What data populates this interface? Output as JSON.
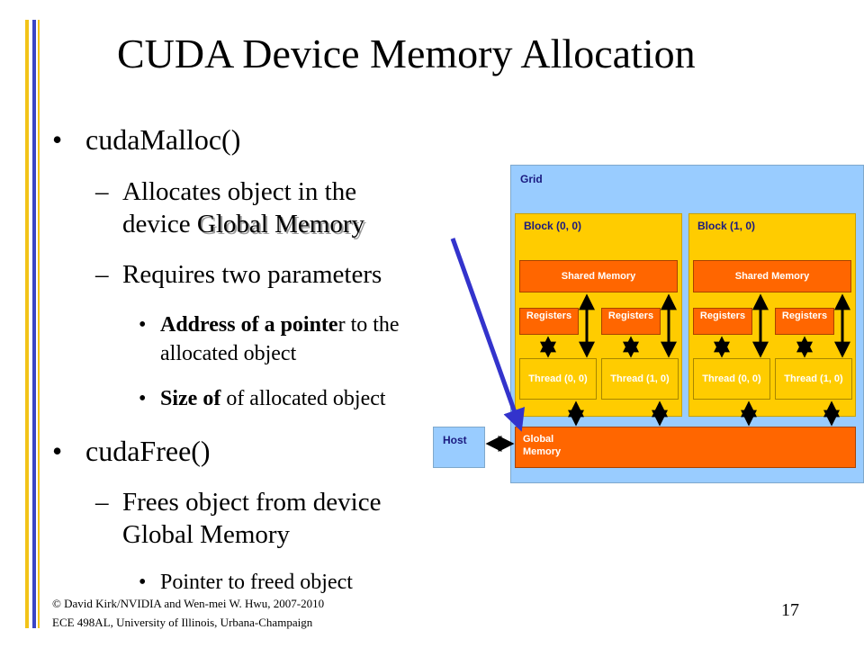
{
  "slide": {
    "title": "CUDA Device Memory Allocation",
    "page_number": "17",
    "footer": {
      "line1": "© David Kirk/NVIDIA and Wen-mei W. Hwu, 2007-2010",
      "line2": "ECE 498AL, University of Illinois, Urbana-Champaign"
    }
  },
  "bullets": {
    "malloc": {
      "title": "cudaMalloc()",
      "sub1_line1": "Allocates object in the",
      "sub1_line2_prefix": "device ",
      "sub1_line2_emph": "Global Memory",
      "sub2": "Requires two parameters",
      "param1_bold": "Address of a pointe",
      "param1_rest": "r to the",
      "param1_line2": "allocated object",
      "param2_bold": "Size of",
      "param2_rest": " of allocated object"
    },
    "free": {
      "title": "cudaFree()",
      "sub1_line1": "Frees object from device",
      "sub1_line2": "Global Memory",
      "param1": "Pointer to freed object"
    }
  },
  "symbols": {
    "bullet": "•",
    "dash": "–"
  },
  "diagram": {
    "grid_label": "Grid",
    "blocks": [
      {
        "label": "Block (0, 0)",
        "shared_memory": "Shared Memory",
        "registers": [
          "Registers",
          "Registers"
        ],
        "threads": [
          "Thread (0, 0)",
          "Thread (1, 0)"
        ]
      },
      {
        "label": "Block (1, 0)",
        "shared_memory": "Shared Memory",
        "registers": [
          "Registers",
          "Registers"
        ],
        "threads": [
          "Thread (0, 0)",
          "Thread (1, 0)"
        ]
      }
    ],
    "global_memory_line1": "Global",
    "global_memory_line2": "Memory",
    "host_label": "Host"
  },
  "colors": {
    "accent_yellow": "#f2c318",
    "accent_blue": "#3a45c6",
    "grid_blue": "#99ccff",
    "block_yellow": "#ffcc00",
    "memory_orange": "#ff6600",
    "arrow_blue": "#3333cc"
  }
}
